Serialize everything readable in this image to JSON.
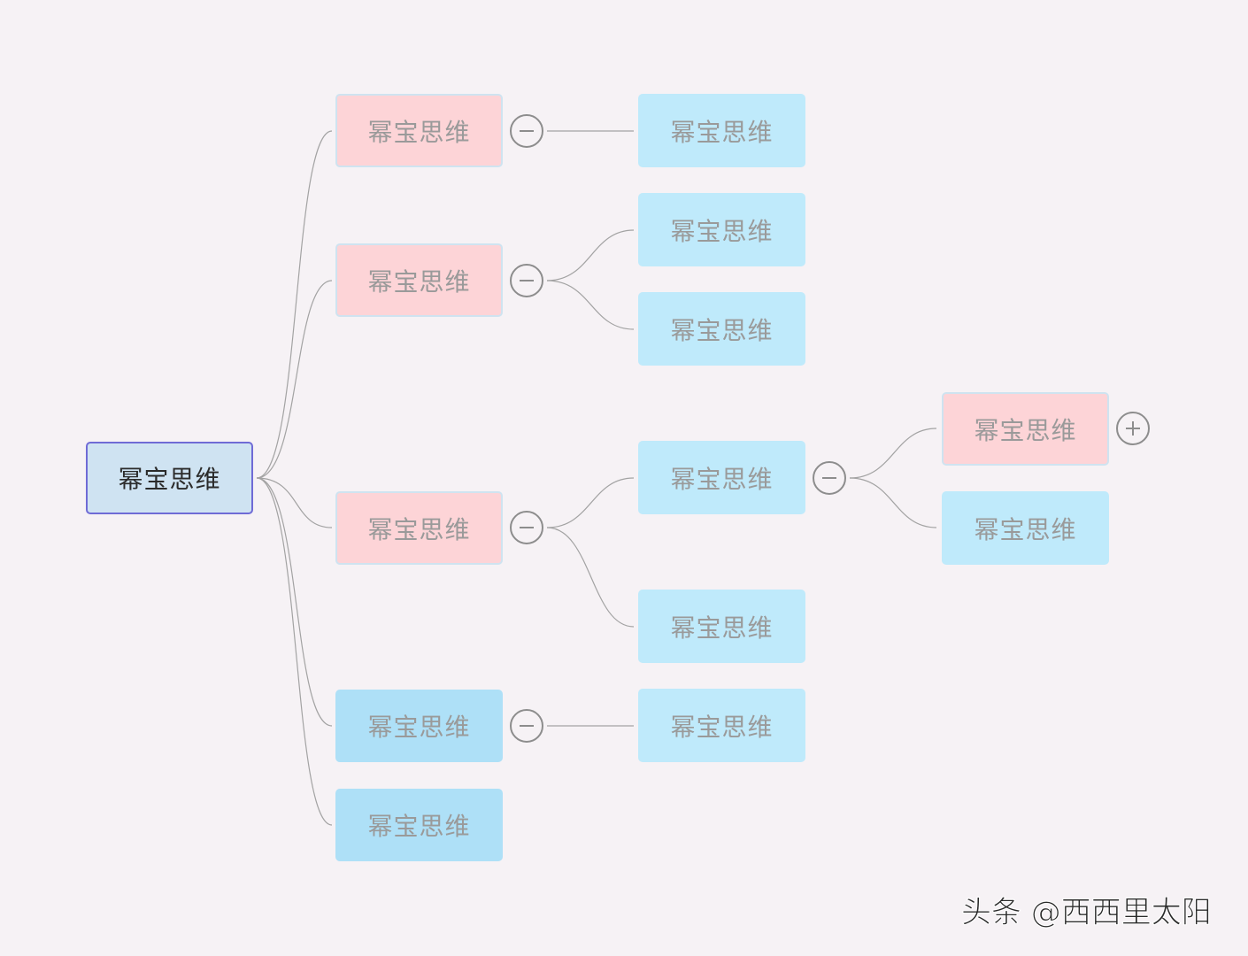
{
  "root": {
    "label": "幂宝思维"
  },
  "branches": [
    {
      "label": "幂宝思维",
      "color": "pink",
      "toggle": "minus",
      "children": [
        "幂宝思维"
      ]
    },
    {
      "label": "幂宝思维",
      "color": "pink",
      "toggle": "minus",
      "children": [
        "幂宝思维",
        "幂宝思维"
      ]
    },
    {
      "label": "幂宝思维",
      "color": "pink",
      "toggle": "minus",
      "children": [
        {
          "label": "幂宝思维",
          "toggle": "minus",
          "children": [
            {
              "label": "幂宝思维",
              "color": "pink",
              "toggle": "plus"
            },
            {
              "label": "幂宝思维",
              "color": "lightblue"
            }
          ]
        },
        {
          "label": "幂宝思维"
        }
      ]
    },
    {
      "label": "幂宝思维",
      "color": "midblue",
      "toggle": "minus",
      "children": [
        "幂宝思维"
      ]
    },
    {
      "label": "幂宝思维",
      "color": "midblue"
    }
  ],
  "watermark": "头条 @西西里太阳",
  "colors": {
    "background": "#f6f2f5",
    "root_fill": "#cfe3f2",
    "root_border": "#6f6bd6",
    "pink_fill": "#fdd4d7",
    "light_blue_fill": "#bfeafb",
    "mid_blue_fill": "#aee0f7",
    "connector": "#9a9a9a"
  },
  "icons": [
    "minus-circle-icon",
    "plus-circle-icon"
  ]
}
